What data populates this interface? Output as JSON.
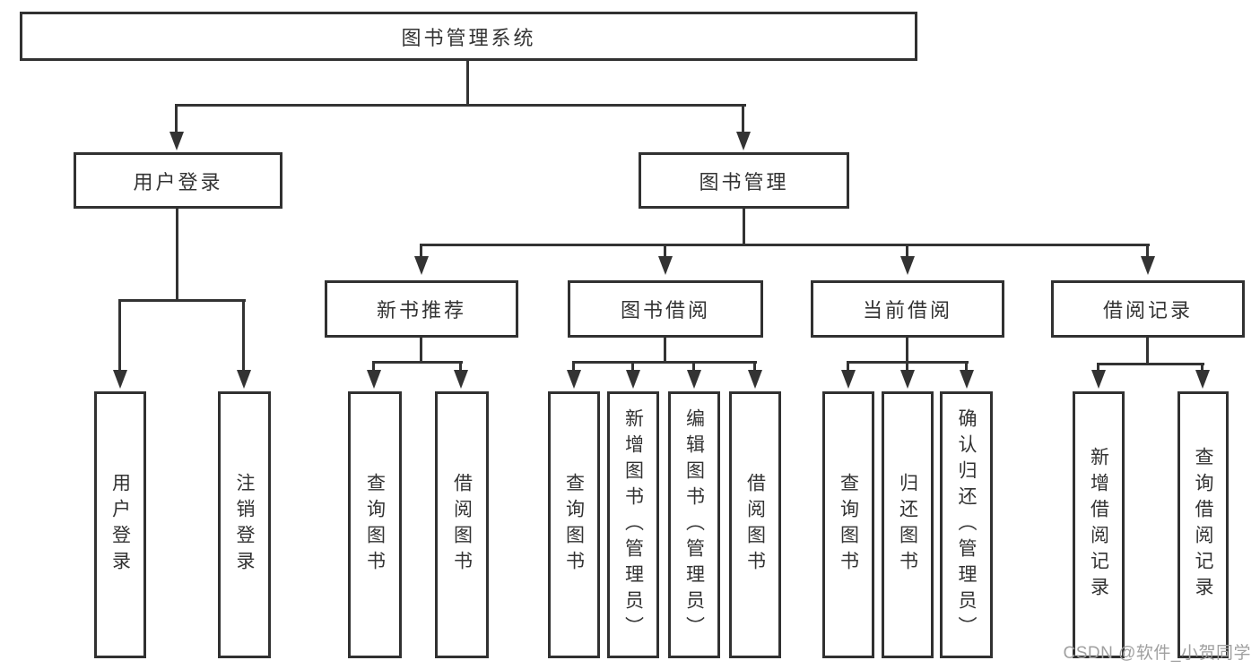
{
  "tree": {
    "label": "图书管理系统",
    "children": [
      {
        "label": "用户登录",
        "children": [
          {
            "label": "用户登录"
          },
          {
            "label": "注销登录"
          }
        ]
      },
      {
        "label": "图书管理",
        "children": [
          {
            "label": "新书推荐",
            "children": [
              {
                "label": "查询图书"
              },
              {
                "label": "借阅图书"
              }
            ]
          },
          {
            "label": "图书借阅",
            "children": [
              {
                "label": "查询图书"
              },
              {
                "label": "新增图书（管理员）"
              },
              {
                "label": "编辑图书（管理员）"
              },
              {
                "label": "借阅图书"
              }
            ]
          },
          {
            "label": "当前借阅",
            "children": [
              {
                "label": "查询图书"
              },
              {
                "label": "归还图书"
              },
              {
                "label": "确认归还（管理员）"
              }
            ]
          },
          {
            "label": "借阅记录",
            "children": [
              {
                "label": "新增借阅记录"
              },
              {
                "label": "查询借阅记录"
              }
            ]
          }
        ]
      }
    ]
  },
  "watermark": {
    "text": "CSDN @软件_小贺同学"
  },
  "colors": {
    "line": "#333333",
    "text": "#333333",
    "box_background": "#ffffff",
    "page_background": "#ffffff",
    "watermark": "#a0a0a0"
  }
}
